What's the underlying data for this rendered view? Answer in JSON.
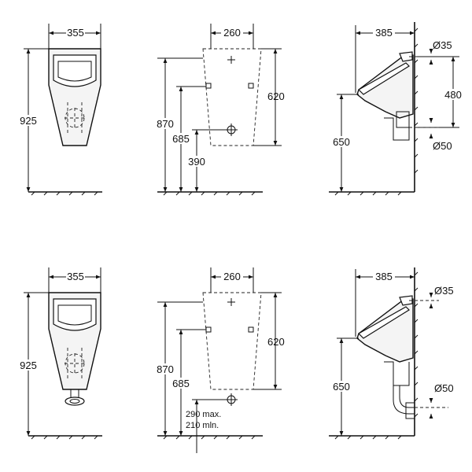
{
  "dimensions": {
    "top": {
      "front_width": "355",
      "front_height": "925",
      "panel_width": "260",
      "panel_870": "870",
      "panel_685": "685",
      "panel_390": "390",
      "panel_620": "620",
      "side_depth": "385",
      "side_650": "650",
      "side_480": "480",
      "side_inlet": "Ø35",
      "side_outlet": "Ø50"
    },
    "bottom": {
      "front_width": "355",
      "front_height": "925",
      "panel_width": "260",
      "panel_870": "870",
      "panel_685": "685",
      "panel_620": "620",
      "panel_max": "290 max.",
      "panel_min": "210 mln.",
      "side_depth": "385",
      "side_650": "650",
      "side_inlet": "Ø35",
      "side_outlet": "Ø50"
    }
  }
}
